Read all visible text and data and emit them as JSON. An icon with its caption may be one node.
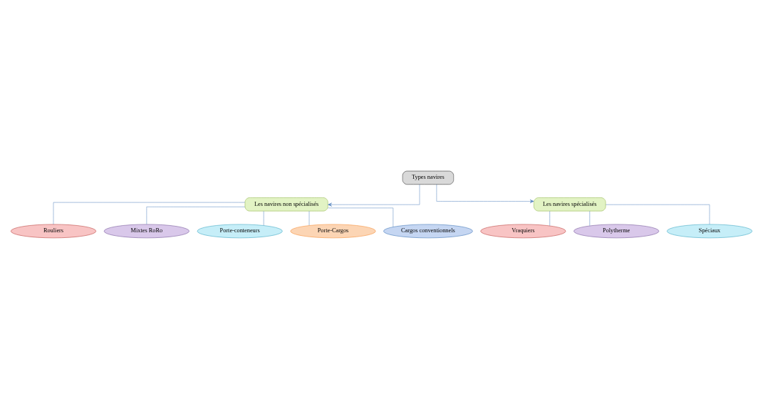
{
  "diagram": {
    "nodes": [
      {
        "text": [
          "Types navires"
        ]
      },
      {
        "text": [
          "Les navires non spécialisés"
        ]
      },
      {
        "text": [
          "Les navires spécialisés"
        ]
      },
      {
        "text": [
          "Rouliers"
        ]
      },
      {
        "text": [
          "Mixtes RoRo"
        ]
      },
      {
        "text": [
          "Porte-conteneurs"
        ]
      },
      {
        "text": [
          "Porte-Cargos"
        ]
      },
      {
        "text": [
          "Cargos conventionnels"
        ]
      },
      {
        "text": [
          "Vraquiers"
        ]
      },
      {
        "text": [
          "Polytherme"
        ]
      },
      {
        "text": [
          "Spéciaux"
        ]
      }
    ],
    "edges": [
      {
        "from": 0,
        "to": 1,
        "arrow": "to"
      },
      {
        "from": 0,
        "to": 2,
        "arrow": "to"
      },
      {
        "from": 1,
        "to": 3,
        "arrow": "none"
      },
      {
        "from": 1,
        "to": 4,
        "arrow": "none"
      },
      {
        "from": 1,
        "to": 5,
        "arrow": "none"
      },
      {
        "from": 1,
        "to": 6,
        "arrow": "none"
      },
      {
        "from": 1,
        "to": 7,
        "arrow": "none"
      },
      {
        "from": 2,
        "to": 8,
        "arrow": "none"
      },
      {
        "from": 2,
        "to": 9,
        "arrow": "none"
      },
      {
        "from": 2,
        "to": 10,
        "arrow": "none"
      }
    ]
  }
}
